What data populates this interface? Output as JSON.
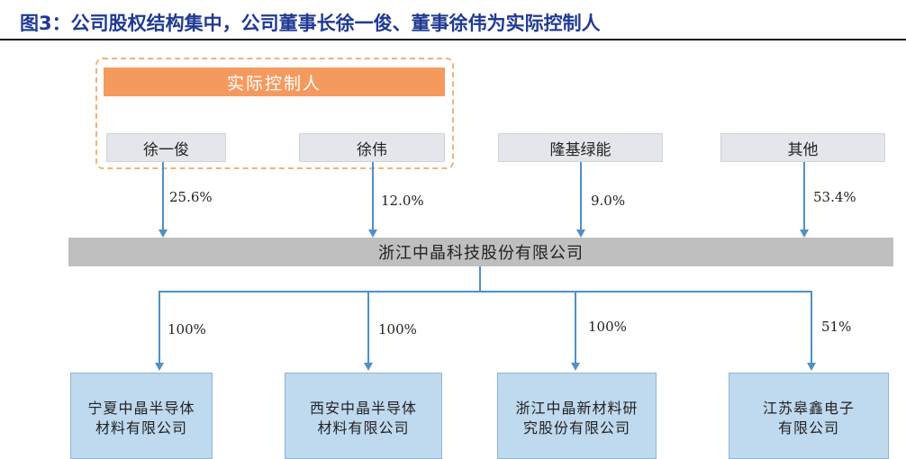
{
  "title": "图3：公司股权结构集中，公司董事长徐一俊、董事徐伟为实际控制人",
  "controller_label": "实际控制人",
  "shareholders": [
    {
      "name": "徐一俊",
      "pct": "25.6%"
    },
    {
      "name": "徐伟",
      "pct": "12.0%"
    },
    {
      "name": "隆基绿能",
      "pct": "9.0%"
    },
    {
      "name": "其他",
      "pct": "53.4%"
    }
  ],
  "company": "浙江中晶科技股份有限公司",
  "subsidiaries": [
    {
      "line1": "宁夏中晶半导体",
      "line2": "材料有限公司",
      "pct": "100%"
    },
    {
      "line1": "西安中晶半导体",
      "line2": "材料有限公司",
      "pct": "100%"
    },
    {
      "line1": "浙江中晶新材料研",
      "line2": "究股份有限公司",
      "pct": "100%"
    },
    {
      "line1": "江苏皋鑫电子",
      "line2": "有限公司",
      "pct": "51%"
    }
  ],
  "colors": {
    "title": "#1f3a93",
    "controller_border": "#f2b27a",
    "controller_banner": "#f59a5f",
    "shareholder_box": "#e3e6ea",
    "company_bar": "#bfbfbf",
    "subsidiary_box": "#bfd9ee",
    "connector": "#4f90c8"
  }
}
